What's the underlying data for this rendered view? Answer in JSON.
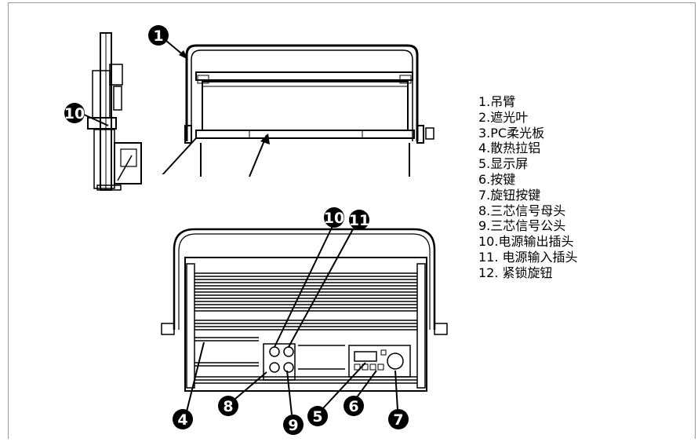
{
  "legend": [
    "1.吊臂",
    "2.遮光叶",
    "3.PC柔光板",
    "4.散热拉铝",
    "5.显示屏",
    "6.按键",
    "7.旋钮按键",
    "8.三芯信号母头",
    "9.三芯信号公头",
    "10.电源输出插头",
    "11. 电源输入插头",
    "12. 紧锁旋钮"
  ],
  "callouts": {
    "c1": "1",
    "c10_side": "10",
    "c10": "10",
    "c11": "11",
    "c4": "4",
    "c5": "5",
    "c6": "6",
    "c7": "7",
    "c8": "8",
    "c9": "9"
  },
  "colors": {
    "line": "#000000",
    "frame": "#999999"
  }
}
